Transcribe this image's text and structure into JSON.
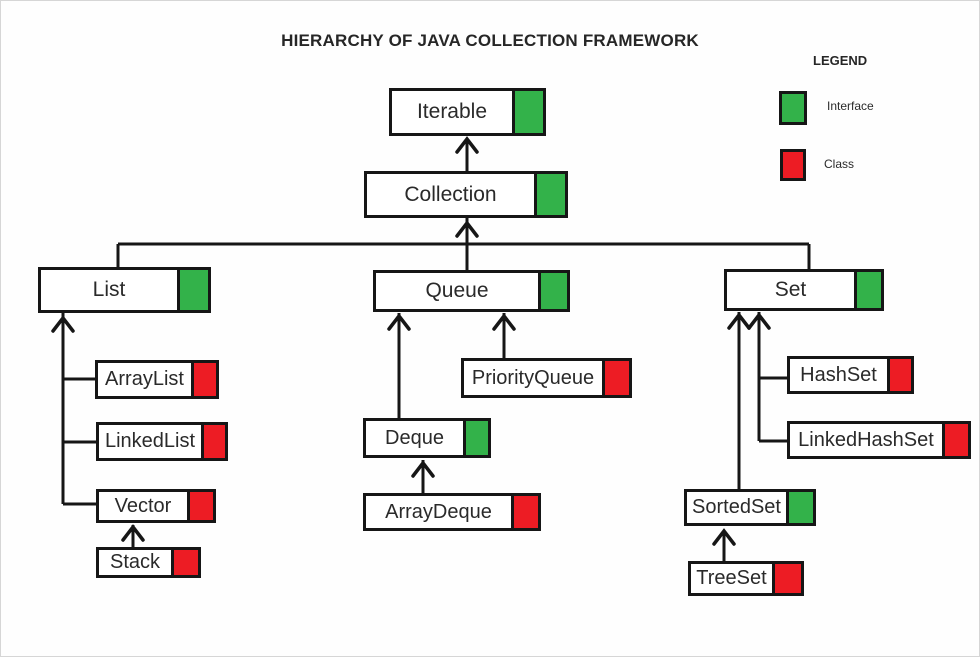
{
  "title": "HIERARCHY OF JAVA COLLECTION FRAMEWORK",
  "legend": {
    "title": "LEGEND",
    "items": [
      {
        "label": "Interface",
        "type": "interface"
      },
      {
        "label": "Class",
        "type": "class"
      }
    ]
  },
  "colors": {
    "interface": "#33b24a",
    "class": "#ed1c24"
  },
  "nodes": {
    "iterable": {
      "label": "Iterable",
      "type": "interface"
    },
    "collection": {
      "label": "Collection",
      "type": "interface"
    },
    "list": {
      "label": "List",
      "type": "interface"
    },
    "queue": {
      "label": "Queue",
      "type": "interface"
    },
    "set": {
      "label": "Set",
      "type": "interface"
    },
    "arraylist": {
      "label": "ArrayList",
      "type": "class"
    },
    "linkedlist": {
      "label": "LinkedList",
      "type": "class"
    },
    "vector": {
      "label": "Vector",
      "type": "class"
    },
    "stack": {
      "label": "Stack",
      "type": "class"
    },
    "priorityqueue": {
      "label": "PriorityQueue",
      "type": "class"
    },
    "deque": {
      "label": "Deque",
      "type": "interface"
    },
    "arraydeque": {
      "label": "ArrayDeque",
      "type": "class"
    },
    "hashset": {
      "label": "HashSet",
      "type": "class"
    },
    "linkedhashset": {
      "label": "LinkedHashSet",
      "type": "class"
    },
    "sortedset": {
      "label": "SortedSet",
      "type": "interface"
    },
    "treeset": {
      "label": "TreeSet",
      "type": "class"
    }
  },
  "relations": {
    "iterable_children": [
      "collection"
    ],
    "collection_children": [
      "list",
      "queue",
      "set"
    ],
    "list_children": [
      "arraylist",
      "linkedlist",
      "vector"
    ],
    "vector_children": [
      "stack"
    ],
    "queue_children": [
      "deque",
      "priorityqueue"
    ],
    "deque_children": [
      "arraydeque"
    ],
    "set_children": [
      "hashset",
      "linkedhashset",
      "sortedset"
    ],
    "sortedset_children": [
      "treeset"
    ]
  }
}
